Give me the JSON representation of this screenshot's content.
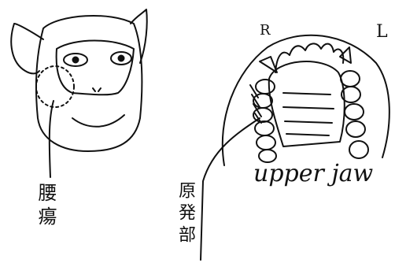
{
  "labels": {
    "monkey_region": "腰瘍",
    "jaw_region": "原発部",
    "right_marker": "R",
    "left_marker": "L",
    "jaw_caption": "upper jaw"
  },
  "colors": {
    "ink": "#111111",
    "paper": "#ffffff"
  },
  "icons": {
    "monkey": "monkey-face-sketch",
    "jaw": "upper-jaw-teeth-sketch"
  }
}
